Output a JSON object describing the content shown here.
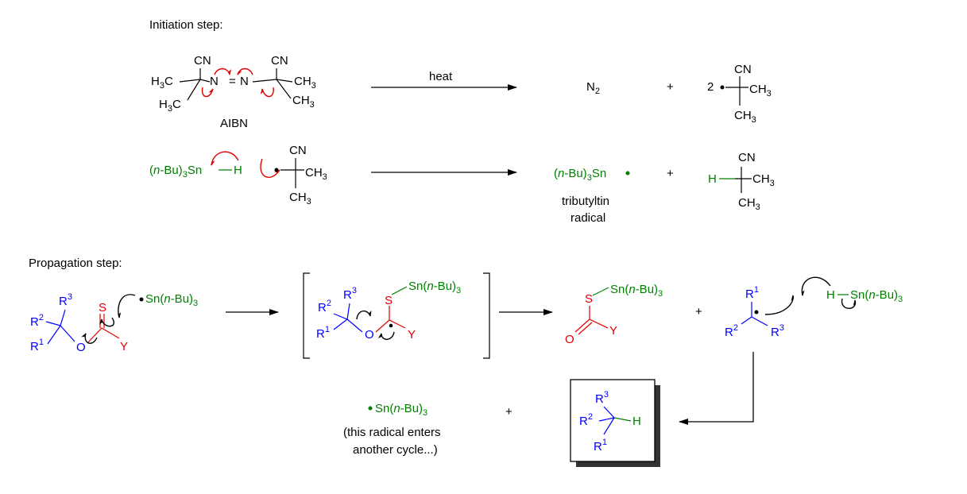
{
  "initiation": {
    "heading": "Initiation step:",
    "aibn_label": "AIBN",
    "conditions": "heat",
    "product_n2": "N",
    "n2_subscript": "2",
    "plus": "+",
    "coefficient": "2",
    "tin_hydride": "(n-Bu)3Sn–H",
    "tin_radical": "(n-Bu)3Sn•",
    "tin_radical_name_line1": "tributyltin",
    "tin_radical_name_line2": "radical"
  },
  "propagation": {
    "heading": "Propagation step:",
    "plus": "+",
    "stannyl_radical": "Sn(n-Bu)3",
    "note_line1": "(this radical enters",
    "note_line2": "another cycle...)"
  },
  "atoms": {
    "cn": "CN",
    "ch3": "CH",
    "h3c": "H",
    "n": "N",
    "h": "H",
    "s": "S",
    "o": "O",
    "y": "Y",
    "r": "R"
  },
  "colors": {
    "text": "#000000",
    "substituents": "#0000ff",
    "thiocarbonyl": "#e00000",
    "tin": "#008000",
    "electron_arrows": "#e00000"
  }
}
